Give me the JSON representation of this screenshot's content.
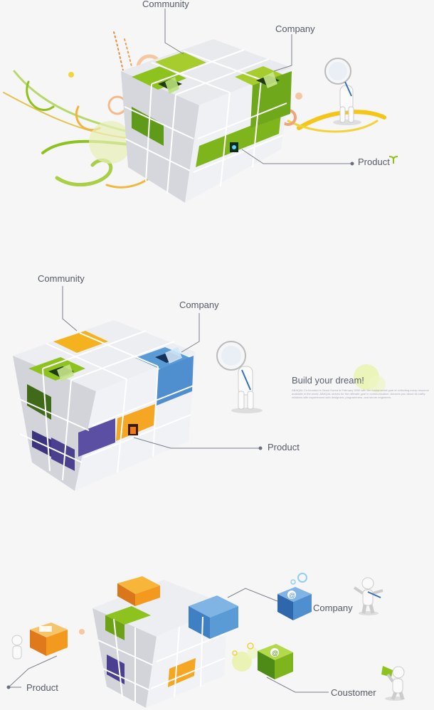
{
  "panel1": {
    "labels": {
      "community": "Community",
      "company": "Company",
      "product": "Product"
    }
  },
  "panel2": {
    "labels": {
      "community": "Community",
      "company": "Company",
      "product": "Product"
    },
    "dream_title": "Build your dream!",
    "dream_text": "ABAQAL Co founded in Seoul Korea in February 2000 with the fundamental goal of collecting every resource available in the world. ABAQAL strives for the ultimate goal in communication. Amazes you about its crafty relations with experienced web designers, programmers, and server engineers."
  },
  "panel3": {
    "labels": {
      "company": "Company",
      "product": "Product",
      "customer": "Coustomer"
    }
  },
  "colors": {
    "green": "#8dc21f",
    "dark_green": "#4e8a16",
    "orange": "#f5a623",
    "blue": "#5b9bd5",
    "purple": "#4b3f8f",
    "line": "#7a7f8c"
  }
}
